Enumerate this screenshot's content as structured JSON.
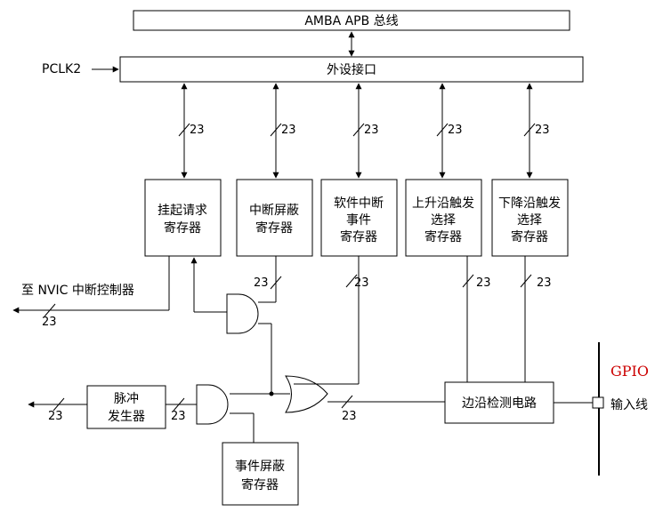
{
  "boxes": {
    "apb_bus": "AMBA APB 总线",
    "peripheral_interface": "外设接口",
    "pending_register": [
      "挂起请求",
      "寄存器"
    ],
    "interrupt_mask_register": [
      "中断屏蔽",
      "寄存器"
    ],
    "software_interrupt_register": [
      "软件中断",
      "事件",
      "寄存器"
    ],
    "rising_trigger_register": [
      "上升沿触发",
      "选择",
      "寄存器"
    ],
    "falling_trigger_register": [
      "下降沿触发",
      "选择",
      "寄存器"
    ],
    "edge_detect_circuit": "边沿检测电路",
    "pulse_generator": [
      "脉冲",
      "发生器"
    ],
    "event_mask_register": [
      "事件屏蔽",
      "寄存器"
    ]
  },
  "labels": {
    "pclk2": "PCLK2",
    "nvic": "至 NVIC 中断控制器",
    "gpio": "GPIO",
    "input_line": "输入线",
    "bus_width": "23"
  }
}
